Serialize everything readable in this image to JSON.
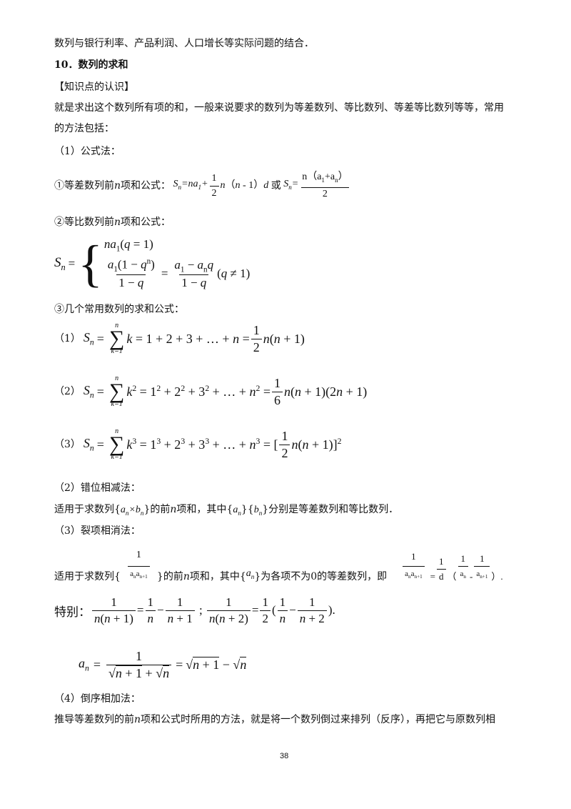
{
  "lines": {
    "l1": "数列与银行利率、产品利润、人口增长等实际问题的结合．",
    "heading": "10．数列的求和",
    "bracket": "【知识点的认识】",
    "intro1": "就是求出这个数列所有项的和，一般来说要求的数列为等差数列、等比数列、等差等比数列等等，常用",
    "intro2": "的方法包括：",
    "m1": "（1）公式法：",
    "f1_label": "①等差数列前",
    "f1_n": "n",
    "f1_text": "项和公式：",
    "f1_or": "或",
    "f2_label": "②等比数列前",
    "f2_text": "项和公式：",
    "f3_label": "③几个常用数列的求和公式：",
    "s1": "（1）",
    "s2": "（2）",
    "s3": "（3）",
    "m2": "（2）错位相减法：",
    "m2_text_a": "适用于求数列{",
    "m2_text_b": "}的前",
    "m2_text_c": "项和，其中{",
    "m2_text_d": "}{",
    "m2_text_e": "}分别是等差数列和等比数列．",
    "m3": "（3）裂项相消法：",
    "m3_text_a": "适用于求数列{",
    "m3_text_b": "}的前",
    "m3_text_c": "项和，其中{",
    "m3_text_d": "}为各项不为0的等差数列，即",
    "special": "特别：",
    "m4": "（4）倒序相加法：",
    "m4_text": "推导等差数列的前",
    "m4_text2": "项和公式时所用的方法，就是将一个数列倒过来排列（反序），再把它与原数列相",
    "page": "38"
  }
}
